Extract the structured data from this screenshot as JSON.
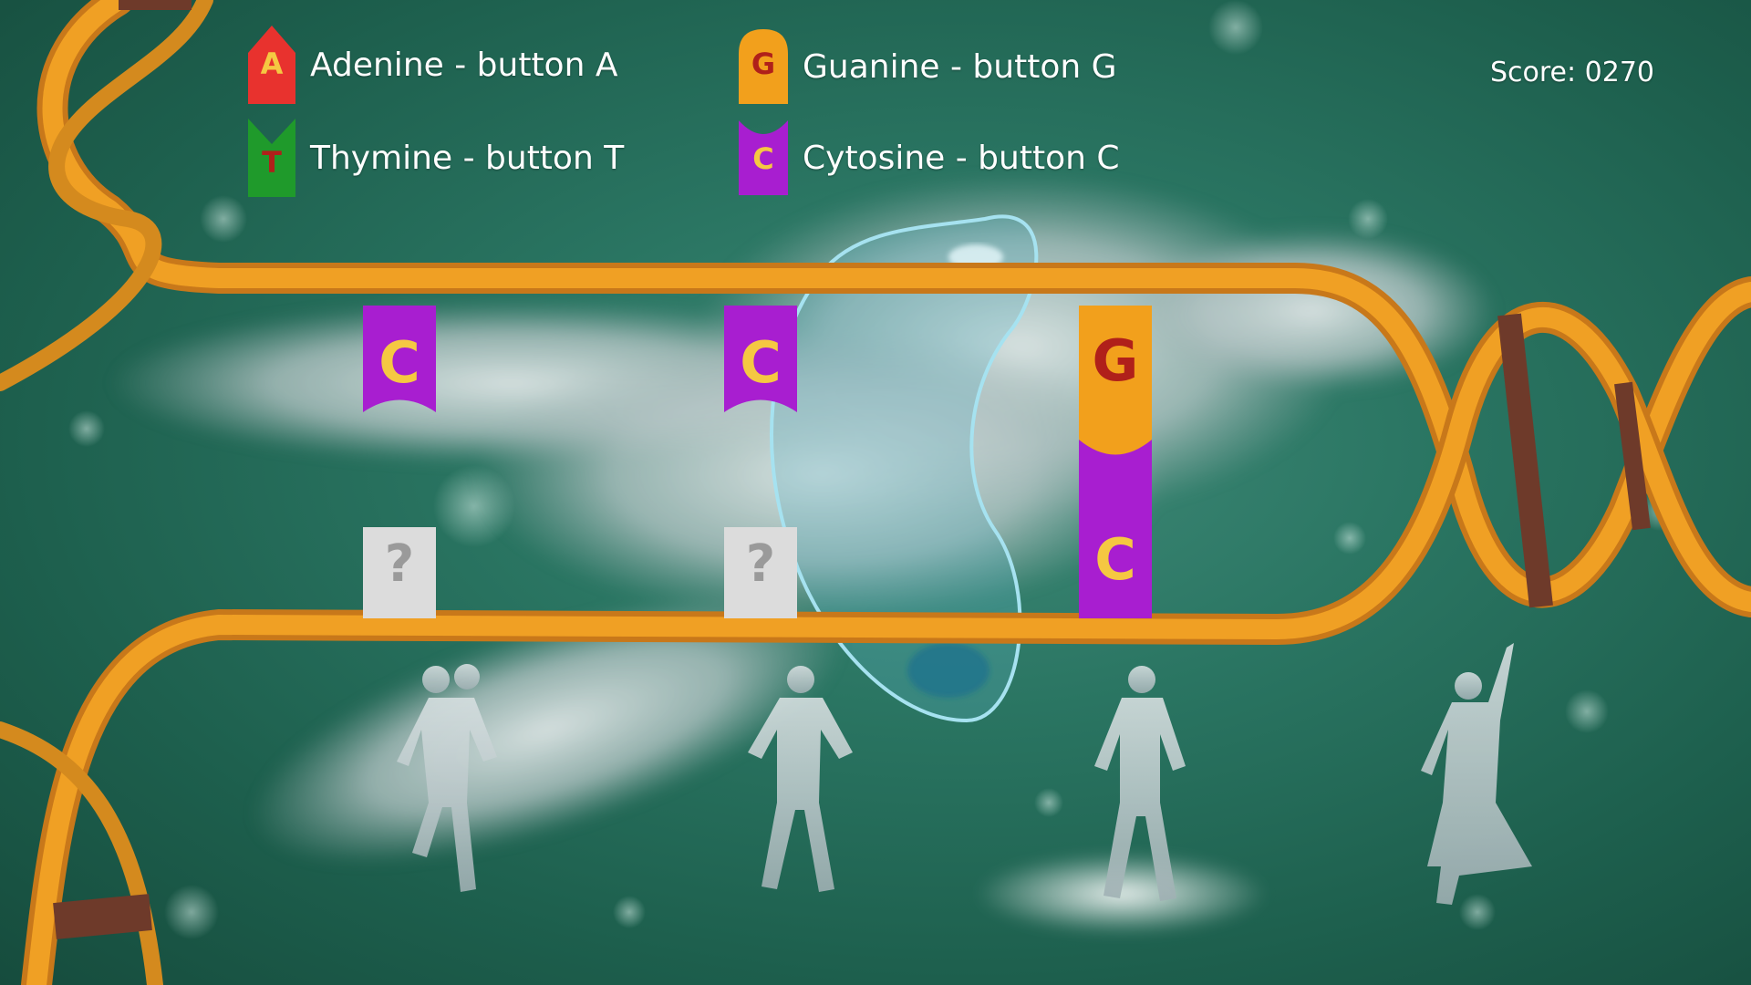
{
  "score": {
    "label": "Score: 0270"
  },
  "legend": [
    {
      "letter": "A",
      "label": "Adenine - button A",
      "color": "#e8322e",
      "letter_color": "#f5c842"
    },
    {
      "letter": "T",
      "label": "Thymine - button T",
      "color": "#1f9a2b",
      "letter_color": "#b0201a"
    },
    {
      "letter": "G",
      "label": "Guanine - button G",
      "color": "#f2a01c",
      "letter_color": "#b0201a"
    },
    {
      "letter": "C",
      "label": "Cytosine - button C",
      "color": "#a81ed0",
      "letter_color": "#f5c842"
    }
  ],
  "top_bases": [
    {
      "letter": "C"
    },
    {
      "letter": "C"
    },
    {
      "letter": "G"
    }
  ],
  "bottom_bases": [
    {
      "letter": "?"
    },
    {
      "letter": "?"
    },
    {
      "letter": "C"
    }
  ],
  "colors": {
    "strand": "#f0a024",
    "strand_dark": "#c8781a",
    "unknown_slot": "#dcdcdc",
    "unknown_mark": "#9a9a9a"
  }
}
